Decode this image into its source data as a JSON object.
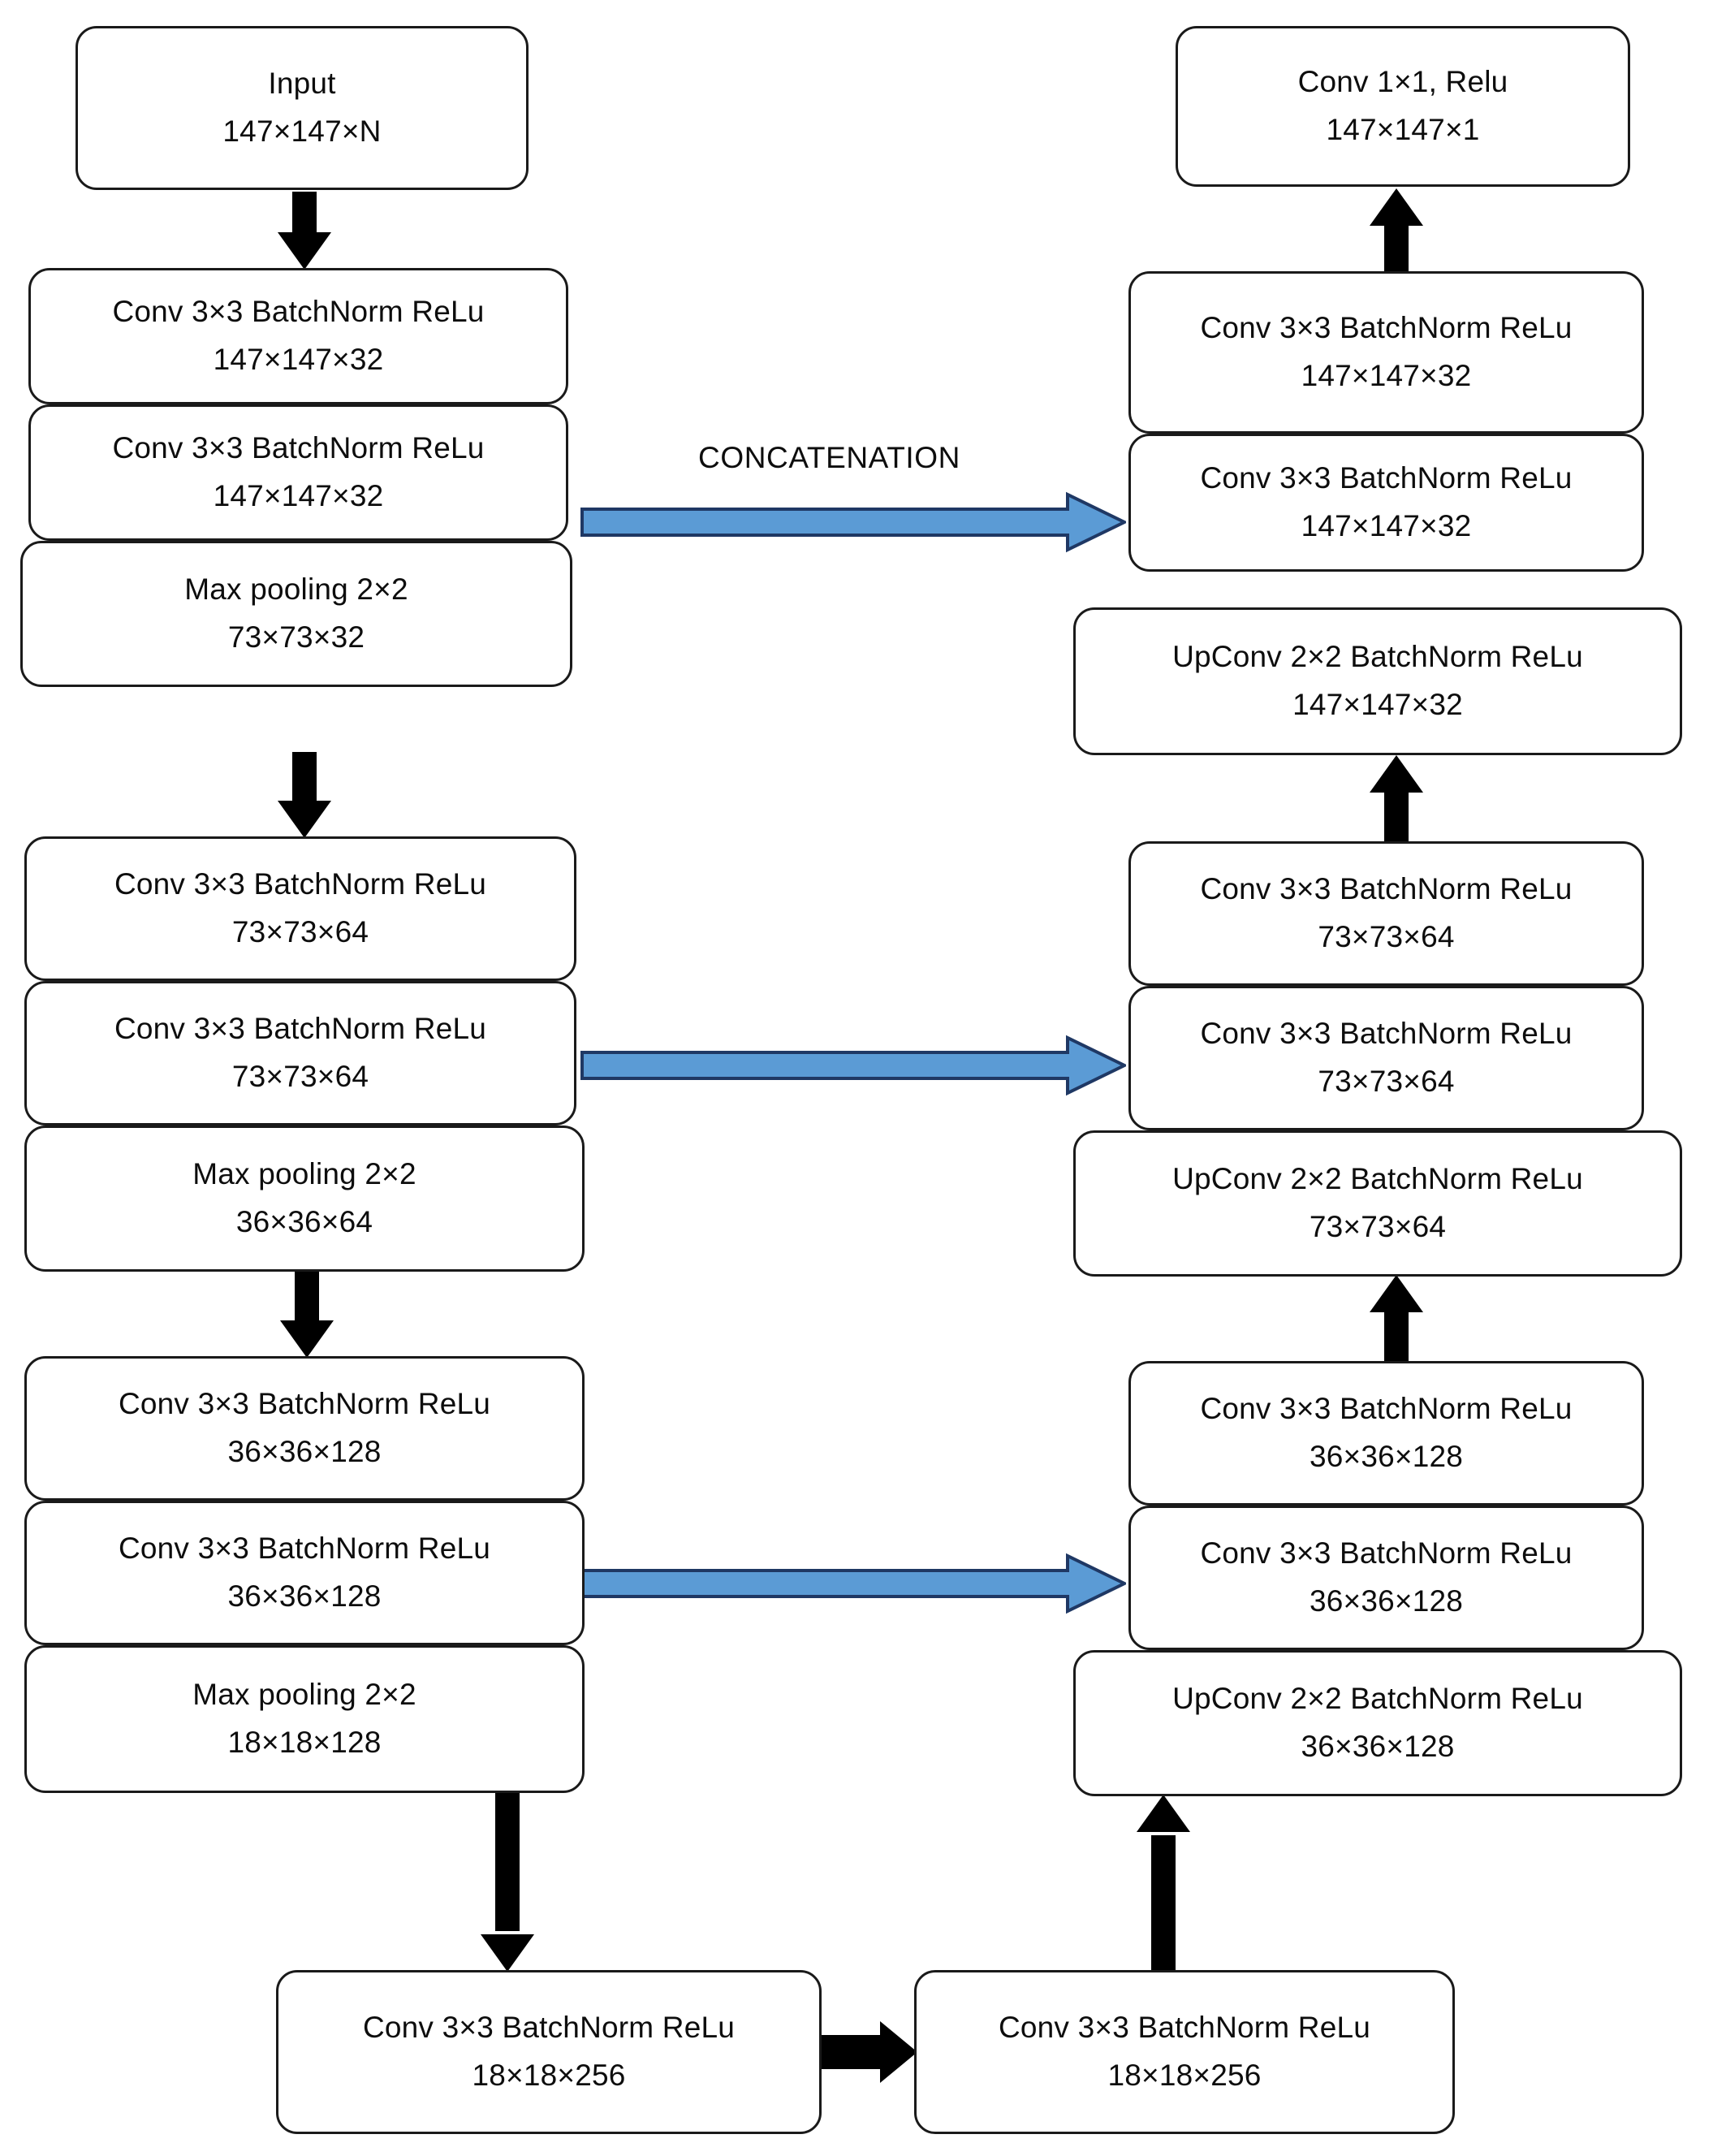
{
  "diagram": {
    "title": "U-Net style encoder-decoder architecture",
    "accent_blue": "#5B9BD5",
    "accent_blue_stroke": "#1F3864",
    "arrow_black": "#000000",
    "box_border": "#1a1a1a",
    "box_fill": "#ffffff"
  },
  "labels": {
    "concatenation": "CONCATENATION"
  },
  "encoder": {
    "input": {
      "line1": "Input",
      "line2": "147×147×N"
    },
    "blocks": [
      {
        "layers": [
          {
            "line1": "Conv 3×3 BatchNorm ReLu",
            "line2": "147×147×32"
          },
          {
            "line1": "Conv 3×3 BatchNorm ReLu",
            "line2": "147×147×32"
          },
          {
            "line1": "Max pooling 2×2",
            "line2": "73×73×32"
          }
        ]
      },
      {
        "layers": [
          {
            "line1": "Conv 3×3 BatchNorm ReLu",
            "line2": "73×73×64"
          },
          {
            "line1": "Conv 3×3 BatchNorm ReLu",
            "line2": "73×73×64"
          },
          {
            "line1": "Max pooling 2×2",
            "line2": "36×36×64"
          }
        ]
      },
      {
        "layers": [
          {
            "line1": "Conv 3×3 BatchNorm ReLu",
            "line2": "36×36×128"
          },
          {
            "line1": "Conv 3×3 BatchNorm ReLu",
            "line2": "36×36×128"
          },
          {
            "line1": "Max pooling 2×2",
            "line2": "18×18×128"
          }
        ]
      }
    ]
  },
  "bottleneck": {
    "left": {
      "line1": "Conv 3×3 BatchNorm ReLu",
      "line2": "18×18×256"
    },
    "right": {
      "line1": "Conv 3×3 BatchNorm ReLu",
      "line2": "18×18×256"
    }
  },
  "decoder": {
    "output": {
      "line1": "Conv 1×1, Relu",
      "line2": "147×147×1"
    },
    "blocks": [
      {
        "layers": [
          {
            "line1": "Conv 3×3 BatchNorm ReLu",
            "line2": "147×147×32"
          },
          {
            "line1": "Conv 3×3 BatchNorm ReLu",
            "line2": "147×147×32"
          },
          {
            "line1": "UpConv 2×2 BatchNorm ReLu",
            "line2": "147×147×32"
          }
        ]
      },
      {
        "layers": [
          {
            "line1": "Conv 3×3 BatchNorm ReLu",
            "line2": "73×73×64"
          },
          {
            "line1": "Conv 3×3 BatchNorm ReLu",
            "line2": "73×73×64"
          },
          {
            "line1": "UpConv 2×2 BatchNorm ReLu",
            "line2": "73×73×64"
          }
        ]
      },
      {
        "layers": [
          {
            "line1": "Conv 3×3 BatchNorm ReLu",
            "line2": "36×36×128"
          },
          {
            "line1": "Conv 3×3 BatchNorm ReLu",
            "line2": "36×36×128"
          },
          {
            "line1": "UpConv 2×2 BatchNorm ReLu",
            "line2": "36×36×128"
          }
        ]
      }
    ]
  },
  "skip_connections": [
    {
      "from": "encoder.blocks.0.layers.1",
      "to": "decoder.blocks.0.layers.1",
      "label": "CONCATENATION"
    },
    {
      "from": "encoder.blocks.1.layers.1",
      "to": "decoder.blocks.1.layers.1",
      "label": ""
    },
    {
      "from": "encoder.blocks.2.layers.1",
      "to": "decoder.blocks.2.layers.1",
      "label": ""
    }
  ]
}
